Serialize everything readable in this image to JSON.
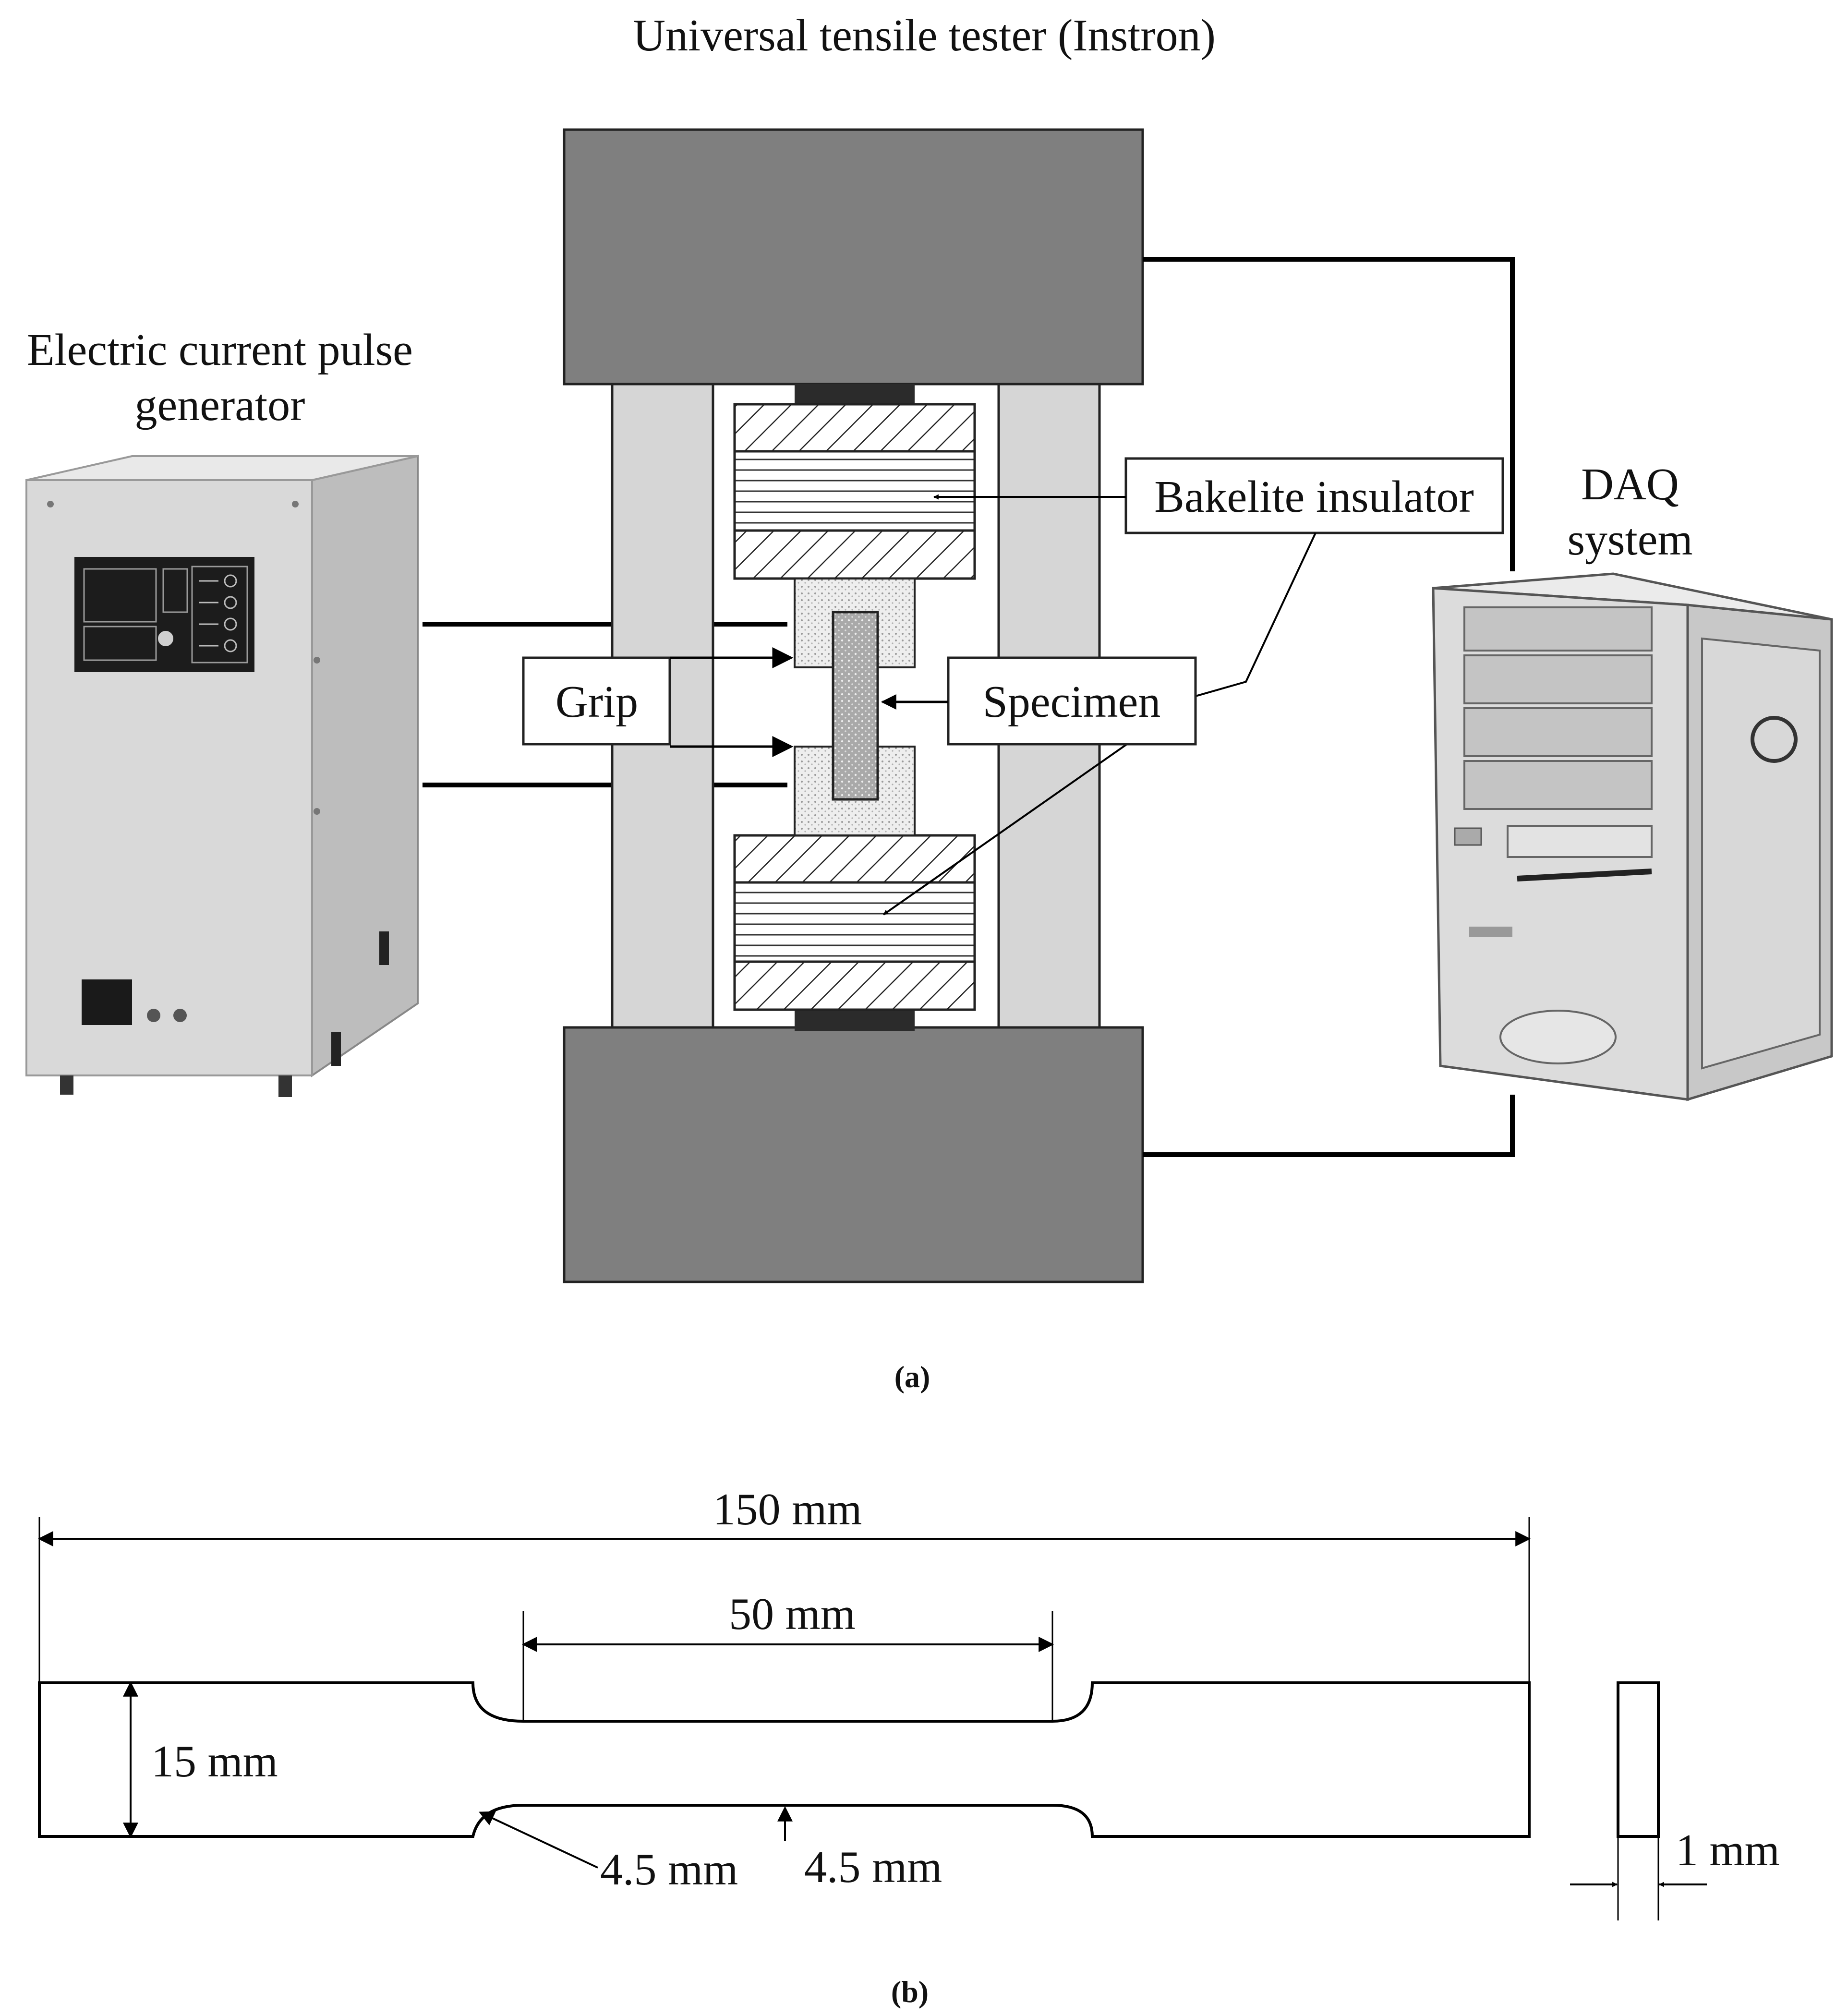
{
  "figure": {
    "panel_a": {
      "title": "Universal tensile tester (Instron)",
      "generator_label_line1": "Electric current pulse",
      "generator_label_line2": "generator",
      "daq_label_line1": "DAQ",
      "daq_label_line2": "system",
      "bakelite_label": "Bakelite insulator",
      "grip_label": "Grip",
      "specimen_label": "Specimen",
      "caption": "(a)"
    },
    "panel_b": {
      "total_length": "150 mm",
      "gauge_length": "50 mm",
      "grip_width": "15 mm",
      "fillet_radius": "4.5 mm",
      "gauge_width": "4.5 mm",
      "thickness": "1 mm",
      "caption": "(b)"
    },
    "colors": {
      "frame": "#7f7f7f",
      "column": "#d6d6d6",
      "pad": "#2b2b2b",
      "grip": "#e8e8e8",
      "specimen": "#a9a9a9",
      "generator_body": "#d9d9d9",
      "pc_body": "#dcdcdc"
    }
  }
}
